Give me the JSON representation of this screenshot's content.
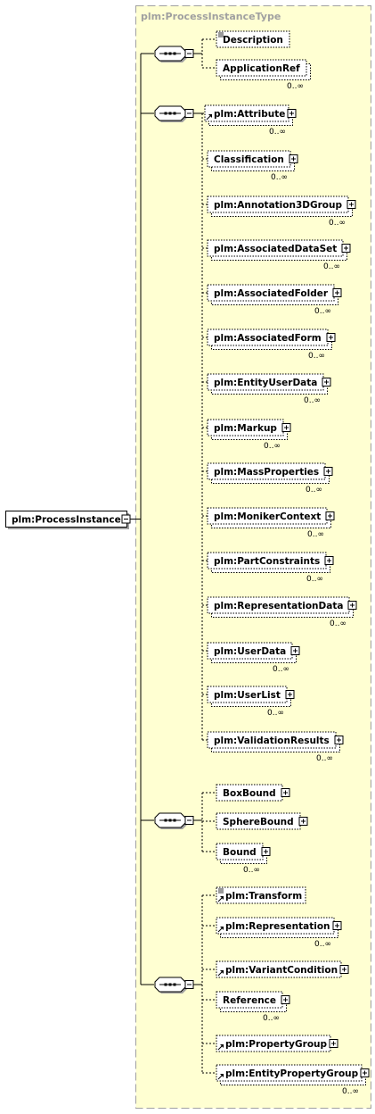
{
  "root": {
    "label": "plm:ProcessInstance"
  },
  "type": {
    "name": "plm:ProcessInstanceType"
  },
  "groups": [
    {
      "kind": "sequence",
      "children": [
        {
          "label": "Description",
          "optional": true,
          "expand": false,
          "ref": false,
          "doc": true,
          "multiplicity": ""
        },
        {
          "label": "ApplicationRef",
          "optional": true,
          "expand": false,
          "ref": false,
          "doc": false,
          "multiplicity": "0..∞"
        }
      ]
    },
    {
      "kind": "sequence",
      "children": [
        {
          "label": "plm:Attribute",
          "optional": true,
          "expand": true,
          "ref": true,
          "doc": false,
          "multiplicity": "0..∞"
        },
        {
          "label": "Classification",
          "optional": true,
          "expand": true,
          "ref": false,
          "doc": false,
          "multiplicity": "0..∞"
        },
        {
          "label": "plm:Annotation3DGroup",
          "optional": true,
          "expand": true,
          "ref": false,
          "doc": false,
          "multiplicity": "0..∞"
        },
        {
          "label": "plm:AssociatedDataSet",
          "optional": true,
          "expand": true,
          "ref": false,
          "doc": false,
          "multiplicity": "0..∞"
        },
        {
          "label": "plm:AssociatedFolder",
          "optional": true,
          "expand": true,
          "ref": false,
          "doc": false,
          "multiplicity": "0..∞"
        },
        {
          "label": "plm:AssociatedForm",
          "optional": true,
          "expand": true,
          "ref": false,
          "doc": false,
          "multiplicity": "0..∞"
        },
        {
          "label": "plm:EntityUserData",
          "optional": true,
          "expand": true,
          "ref": false,
          "doc": false,
          "multiplicity": "0..∞"
        },
        {
          "label": "plm:Markup",
          "optional": true,
          "expand": true,
          "ref": false,
          "doc": false,
          "multiplicity": "0..∞"
        },
        {
          "label": "plm:MassProperties",
          "optional": true,
          "expand": true,
          "ref": false,
          "doc": false,
          "multiplicity": "0..∞"
        },
        {
          "label": "plm:MonikerContext",
          "optional": true,
          "expand": true,
          "ref": false,
          "doc": false,
          "multiplicity": "0..∞"
        },
        {
          "label": "plm:PartConstraints",
          "optional": true,
          "expand": true,
          "ref": false,
          "doc": false,
          "multiplicity": "0..∞"
        },
        {
          "label": "plm:RepresentationData",
          "optional": true,
          "expand": true,
          "ref": false,
          "doc": false,
          "multiplicity": "0..∞"
        },
        {
          "label": "plm:UserData",
          "optional": true,
          "expand": true,
          "ref": false,
          "doc": false,
          "multiplicity": "0..∞"
        },
        {
          "label": "plm:UserList",
          "optional": true,
          "expand": true,
          "ref": false,
          "doc": false,
          "multiplicity": "0..∞"
        },
        {
          "label": "plm:ValidationResults",
          "optional": true,
          "expand": true,
          "ref": false,
          "doc": false,
          "multiplicity": "0..∞"
        }
      ]
    },
    {
      "kind": "sequence",
      "children": [
        {
          "label": "BoxBound",
          "optional": true,
          "expand": true,
          "ref": false,
          "doc": false,
          "multiplicity": ""
        },
        {
          "label": "SphereBound",
          "optional": true,
          "expand": true,
          "ref": false,
          "doc": false,
          "multiplicity": ""
        },
        {
          "label": "Bound",
          "optional": true,
          "expand": true,
          "ref": false,
          "doc": false,
          "multiplicity": "0..∞"
        }
      ]
    },
    {
      "kind": "sequence",
      "children": [
        {
          "label": "plm:Transform",
          "optional": true,
          "expand": false,
          "ref": true,
          "doc": true,
          "multiplicity": ""
        },
        {
          "label": "plm:Representation",
          "optional": true,
          "expand": true,
          "ref": true,
          "doc": false,
          "multiplicity": "0..∞"
        },
        {
          "label": "plm:VariantCondition",
          "optional": true,
          "expand": true,
          "ref": true,
          "doc": false,
          "multiplicity": ""
        },
        {
          "label": "Reference",
          "optional": true,
          "expand": true,
          "ref": false,
          "doc": false,
          "multiplicity": "0..∞"
        },
        {
          "label": "plm:PropertyGroup",
          "optional": true,
          "expand": true,
          "ref": true,
          "doc": false,
          "multiplicity": ""
        },
        {
          "label": "plm:EntityPropertyGroup",
          "optional": true,
          "expand": true,
          "ref": true,
          "doc": false,
          "multiplicity": "0..∞"
        }
      ]
    }
  ],
  "colors": {
    "type_fill": "#ffffd2",
    "type_border": "#a0a0a0",
    "box_fill": "#ffffff",
    "line": "#000000"
  }
}
